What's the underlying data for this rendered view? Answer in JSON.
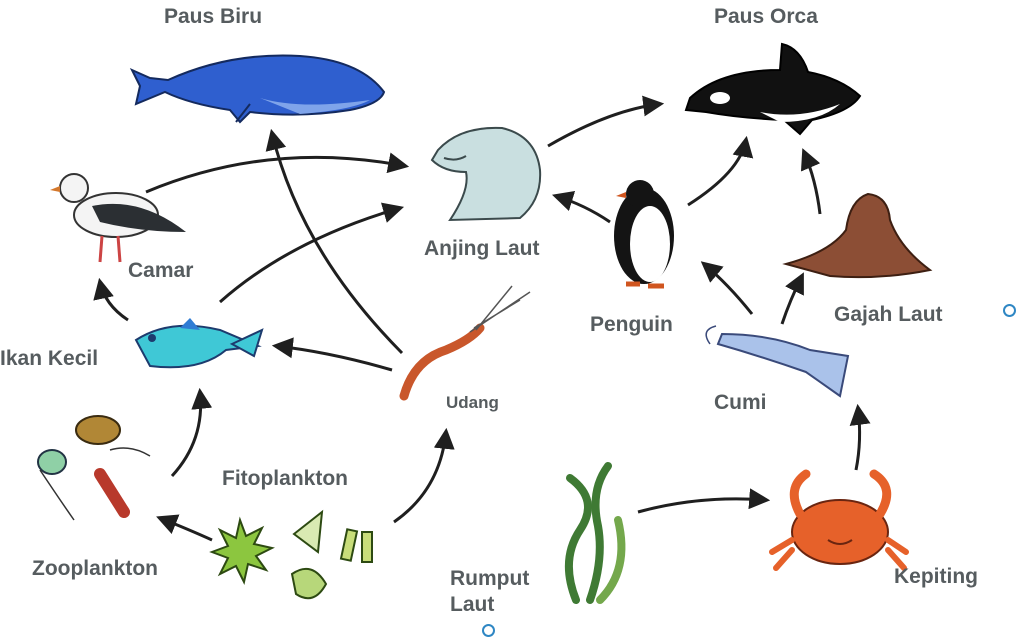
{
  "organisms": {
    "paus_biru": "Paus Biru",
    "paus_orca": "Paus Orca",
    "camar": "Camar",
    "anjing_laut": "Anjing Laut",
    "penguin": "Penguin",
    "gajah_laut": "Gajah Laut",
    "ikan_kecil": "Ikan Kecil",
    "udang": "Udang",
    "cumi": "Cumi",
    "fitoplankton": "Fitoplankton",
    "zooplankton": "Zooplankton",
    "rumput_laut": "Rumput\nLaut",
    "kepiting": "Kepiting"
  },
  "colors": {
    "label": "#565c5f",
    "arrow": "#1f1f1f",
    "handle": "#2f87c4"
  }
}
